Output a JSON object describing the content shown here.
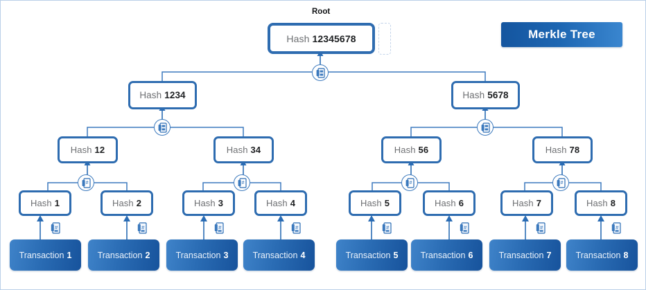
{
  "diagram": {
    "title": "Merkle Tree",
    "root_label": "Root",
    "hash_word": "Hash",
    "transaction_word": "Transaction",
    "accent_border": "#2e6cb0",
    "accent_line": "#3b79bd",
    "title_gradient_from": "#14559f",
    "title_gradient_to": "#3a86cf",
    "tx_gradient_from": "#3f83c9",
    "tx_gradient_to": "#17539c",
    "frame_border": "#b9cfe8"
  },
  "root": {
    "prefix": "Hash",
    "value": "12345678"
  },
  "level3": [
    {
      "prefix": "Hash",
      "value": "1234"
    },
    {
      "prefix": "Hash",
      "value": "5678"
    }
  ],
  "level2": [
    {
      "prefix": "Hash",
      "value": "12"
    },
    {
      "prefix": "Hash",
      "value": "34"
    },
    {
      "prefix": "Hash",
      "value": "56"
    },
    {
      "prefix": "Hash",
      "value": "78"
    }
  ],
  "level1": [
    {
      "prefix": "Hash",
      "value": "1"
    },
    {
      "prefix": "Hash",
      "value": "2"
    },
    {
      "prefix": "Hash",
      "value": "3"
    },
    {
      "prefix": "Hash",
      "value": "4"
    },
    {
      "prefix": "Hash",
      "value": "5"
    },
    {
      "prefix": "Hash",
      "value": "6"
    },
    {
      "prefix": "Hash",
      "value": "7"
    },
    {
      "prefix": "Hash",
      "value": "8"
    }
  ],
  "transactions": [
    {
      "prefix": "Transaction",
      "value": "1"
    },
    {
      "prefix": "Transaction",
      "value": "2"
    },
    {
      "prefix": "Transaction",
      "value": "3"
    },
    {
      "prefix": "Transaction",
      "value": "4"
    },
    {
      "prefix": "Transaction",
      "value": "5"
    },
    {
      "prefix": "Transaction",
      "value": "6"
    },
    {
      "prefix": "Transaction",
      "value": "7"
    },
    {
      "prefix": "Transaction",
      "value": "8"
    }
  ],
  "icons": {
    "hash_badge": "hash-document-badge-icon",
    "hash_doc": "hash-document-icon"
  }
}
